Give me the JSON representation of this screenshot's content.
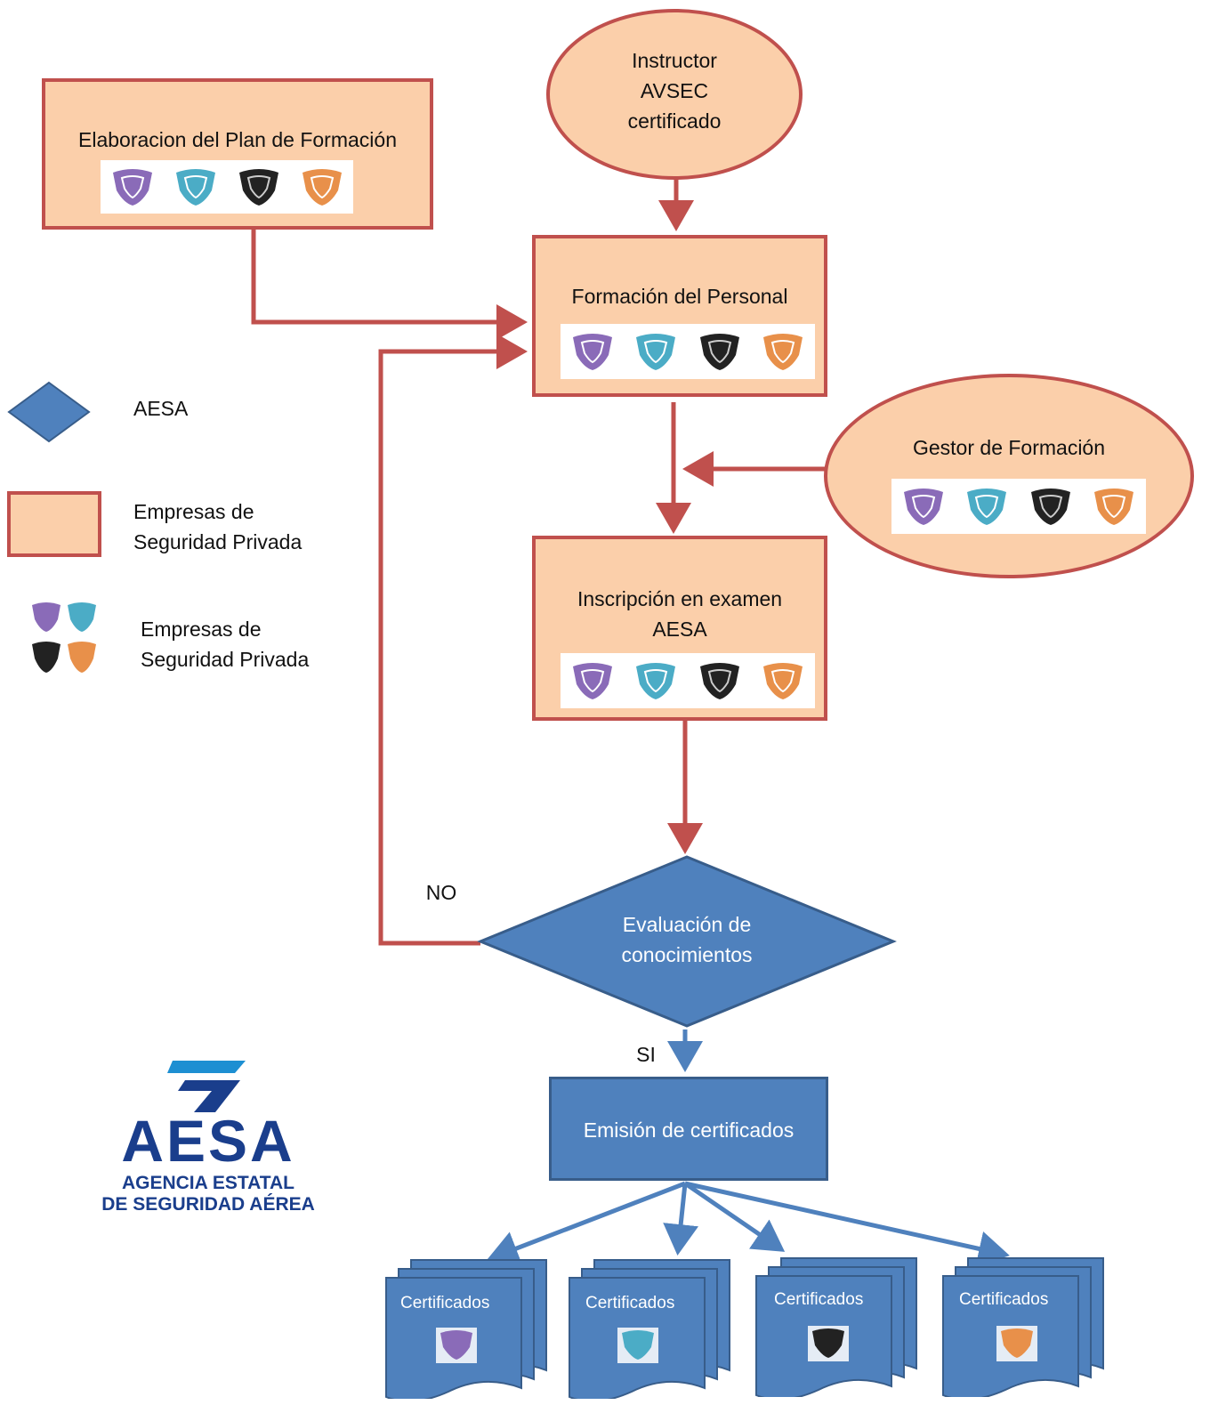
{
  "nodes": {
    "plan": "Elaboracion del Plan de Formación",
    "instructor": [
      "Instructor",
      "AVSEC",
      "certificado"
    ],
    "formacion": "Formación del Personal",
    "gestor": "Gestor de Formación",
    "inscripcion": [
      "Inscripción en examen",
      "AESA"
    ],
    "evaluacion": [
      "Evaluación de",
      "conocimientos"
    ],
    "emision": "Emisión de certificados",
    "certificados": [
      "Certificados",
      "Certificados",
      "Certificados",
      "Certificados"
    ]
  },
  "edges": {
    "no": "NO",
    "si": "SI"
  },
  "legend": {
    "aesa": "AESA",
    "box": [
      "Empresas de",
      "Seguridad Privada"
    ],
    "shields": [
      "Empresas de",
      "Seguridad Privada"
    ]
  },
  "logo": {
    "name": "AESA",
    "line1": "AGENCIA ESTATAL",
    "line2": "DE SEGURIDAD AÉREA"
  },
  "colors": {
    "orange_fill": "#fbcfaa",
    "red_border": "#c0504d",
    "blue": "#4f81bd",
    "blue_dark": "#385d8a",
    "shield_purple": "#8a6bb8",
    "shield_teal": "#4bacc6",
    "shield_black": "#222222",
    "shield_orange": "#e8904a"
  }
}
